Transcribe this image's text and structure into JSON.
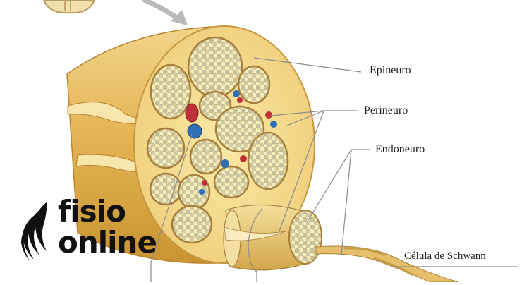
{
  "labels": {
    "epineuro": "Epineuro",
    "perineuro": "Perineuro",
    "endoneuro": "Endoneuro",
    "schwann": "Célula de Schwann"
  },
  "logo": {
    "line1": "fisio",
    "line2": "online"
  },
  "colors": {
    "fat_tissue": "#f3d98a",
    "nerve_outer": "#e3b85a",
    "fascicle_fill": "#f7f0b8",
    "vein": "#2f6fb5",
    "artery": "#c0303a",
    "leader_line": "#8a8a8a",
    "logo": "#111111"
  }
}
